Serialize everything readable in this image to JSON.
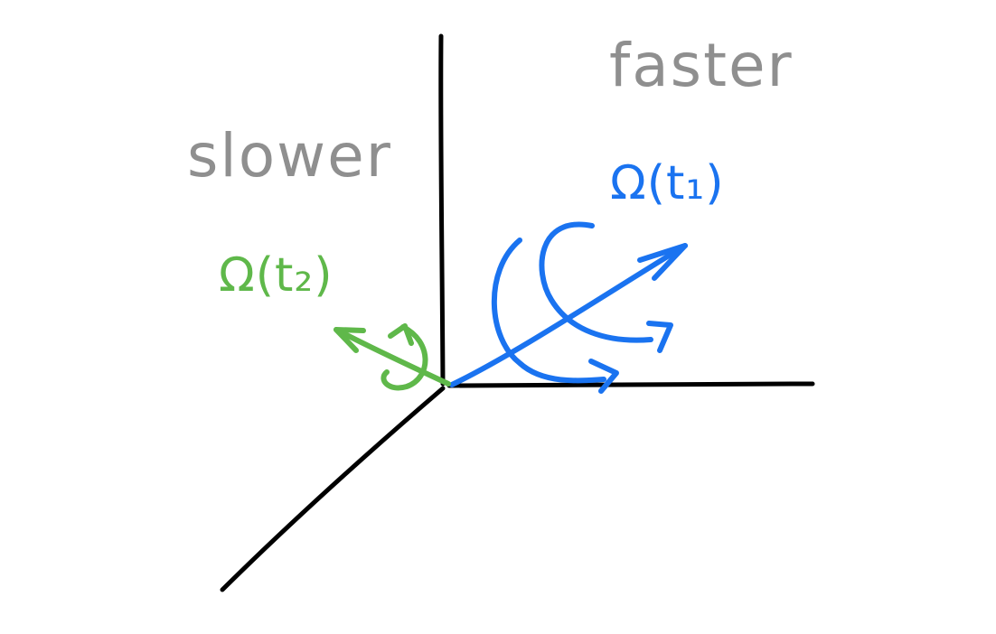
{
  "labels": {
    "faster": "faster",
    "slower": "slower",
    "omega_t1": "Ω(t₁)",
    "omega_t2": "Ω(t₂)"
  },
  "colors": {
    "axes": "#000000",
    "text_gray": "#8f8f8f",
    "blue": "#1a73f0",
    "green": "#5fb84a"
  }
}
